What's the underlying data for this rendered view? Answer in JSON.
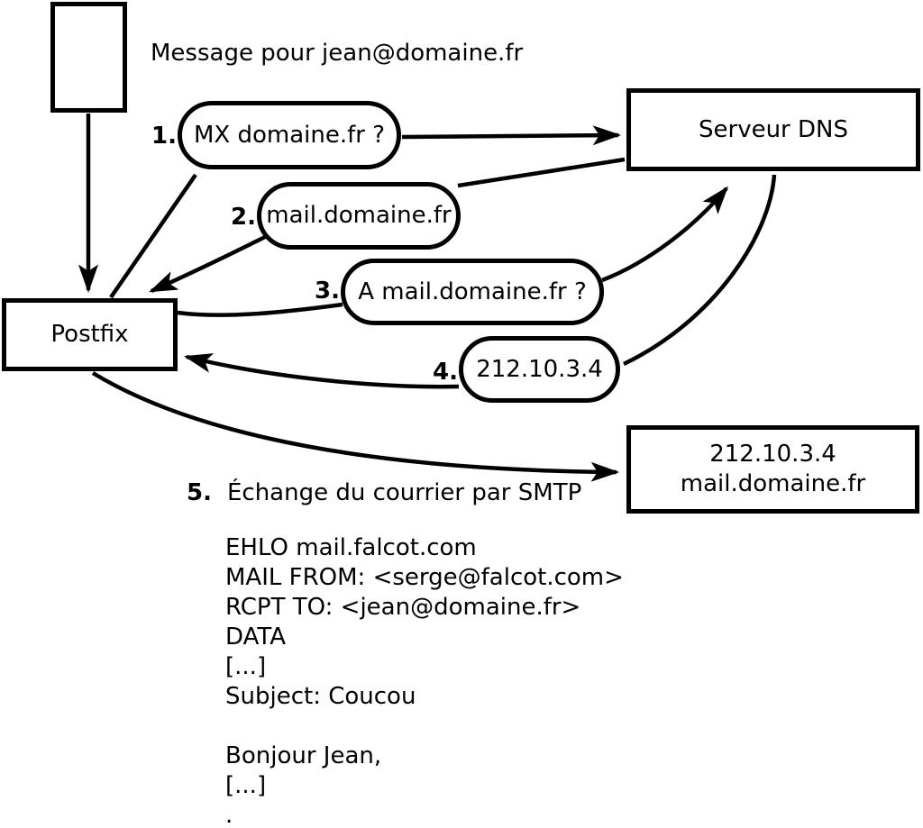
{
  "diagram": {
    "message_label": "Message pour jean@domaine.fr",
    "nodes": {
      "sender": "",
      "postfix": "Postfix",
      "dns": "Serveur DNS",
      "dest_line1": "212.10.3.4",
      "dest_line2": "mail.domaine.fr"
    },
    "steps": [
      {
        "num": "1.",
        "label": "MX domaine.fr ?"
      },
      {
        "num": "2.",
        "label": "mail.domaine.fr"
      },
      {
        "num": "3.",
        "label": "A mail.domaine.fr ?"
      },
      {
        "num": "4.",
        "label": "212.10.3.4"
      },
      {
        "num": "5.",
        "label": "Échange du courrier par SMTP"
      }
    ],
    "smtp_session": "EHLO mail.falcot.com\nMAIL FROM: <serge@falcot.com>\nRCPT TO: <jean@domaine.fr>\nDATA\n[...]\nSubject: Coucou\n\nBonjour Jean,\n[...]\n."
  },
  "colors": {
    "ink": "#000000",
    "background": "#ffffff"
  }
}
